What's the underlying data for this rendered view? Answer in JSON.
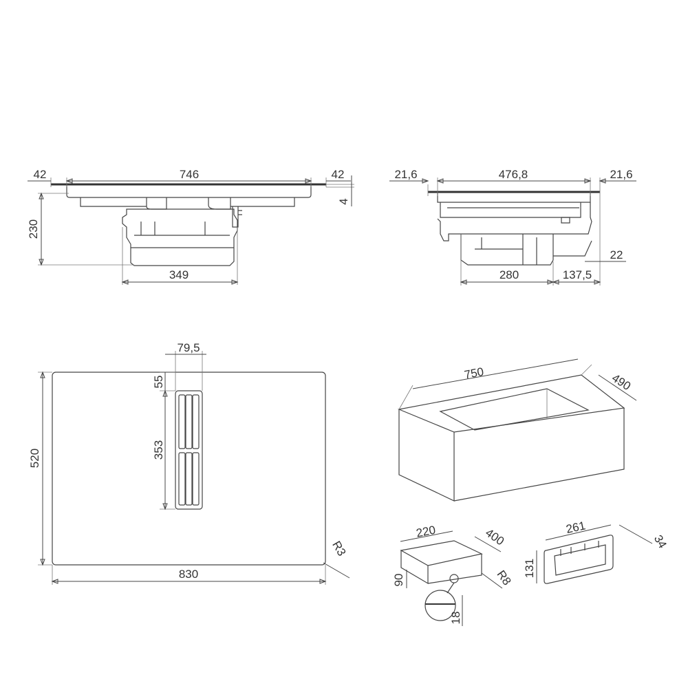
{
  "front_view": {
    "left_margin": "42",
    "width": "746",
    "right_margin": "42",
    "glass_thickness": "4",
    "height": "230",
    "motor_width": "349"
  },
  "side_view": {
    "left_margin": "21,6",
    "width": "476,8",
    "right_margin": "21,6",
    "rear_offset": "22",
    "motor_depth": "280",
    "rear_depth": "137,5"
  },
  "top_view": {
    "vent_width": "79,5",
    "vent_offset": "55",
    "vent_length": "353",
    "depth": "520",
    "width": "830",
    "corner_radius": "R3"
  },
  "cutout_box": {
    "width": "750",
    "depth": "490"
  },
  "duct": {
    "width": "220",
    "length": "400",
    "height": "90",
    "radius": "R8",
    "detail": "18"
  },
  "frame": {
    "width": "261",
    "height": "131",
    "depth": "34"
  }
}
